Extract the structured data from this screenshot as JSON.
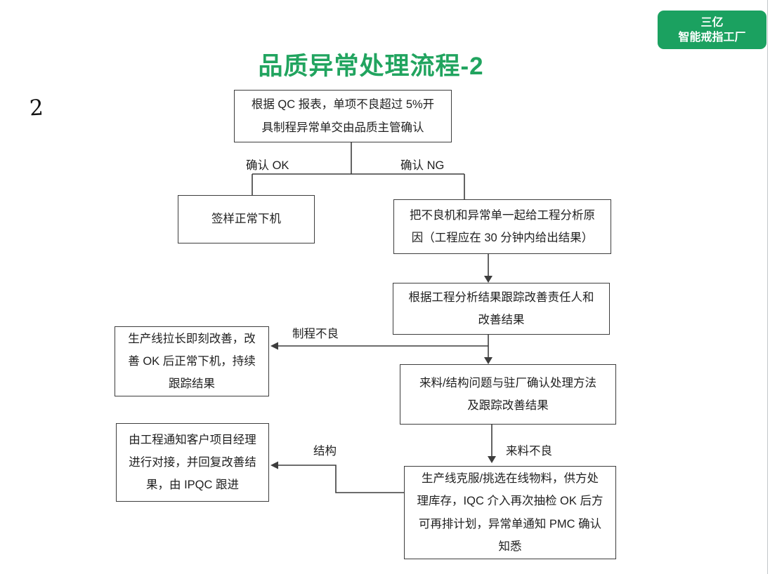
{
  "page": {
    "slide_number": "2",
    "title": "品质异常处理流程-2",
    "badge": {
      "line1": "三亿",
      "line2": "智能戒指工厂"
    },
    "colors": {
      "brand_green": "#1ba160",
      "title_green": "#21a45f",
      "box_border": "#3d3d3d",
      "text": "#1f1f1f",
      "page_edge": "#c3c7ca"
    }
  },
  "flowchart": {
    "boxes": {
      "qc_report": {
        "text": "根据 QC 报表，单项不良超过 5%开\n具制程异常单交由品质主管确认"
      },
      "sign_off": {
        "text": "签样正常下机"
      },
      "give_engineering": {
        "text": "把不良机和异常单一起给工程分析原\n因（工程应在 30 分钟内给出结果）"
      },
      "track_improvement": {
        "text": "根据工程分析结果跟踪改善责任人和\n改善结果"
      },
      "line_leader_improve": {
        "text": "生产线拉长即刻改善，改\n善 OK 后正常下机，持续\n跟踪结果"
      },
      "incoming_structure": {
        "text": "来料/结构问题与驻厂确认处理方法\n及跟踪改善结果"
      },
      "production_overcome": {
        "text": "生产线克服/挑选在线物料，供方处\n理库存，IQC 介入再次抽检 OK 后方\n可再排计划，异常单通知 PMC 确认\n知悉"
      },
      "notify_customer_pm": {
        "text": "由工程通知客户项目经理\n进行对接，并回复改善结\n果，由 IPQC 跟进"
      }
    },
    "labels": {
      "confirm_ok": "确认 OK",
      "confirm_ng": "确认 NG",
      "process_defect": "制程不良",
      "incoming_defect": "来料不良",
      "structure": "结构"
    }
  }
}
